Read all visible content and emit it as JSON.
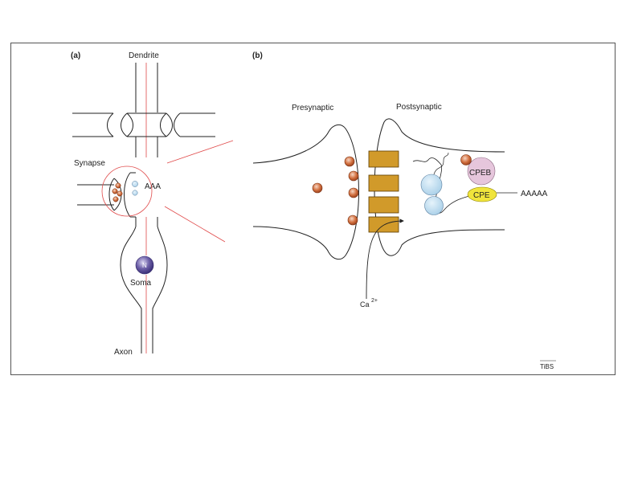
{
  "panels": {
    "a": {
      "panel_label": "(a)",
      "dendrite": "Dendrite",
      "synapse": "Synapse",
      "mrna_tail": "AAA",
      "nucleus": "N",
      "soma": "Soma",
      "axon": "Axon"
    },
    "b": {
      "panel_label": "(b)",
      "presynaptic": "Presynaptic",
      "postsynaptic": "Postsynaptic",
      "cpeb": "CPEB",
      "cpe": "CPE",
      "polya_tail": "AAAAA",
      "calcium": "Ca",
      "calcium_charge": "2+"
    }
  },
  "footer": {
    "journal": "TiBS"
  },
  "colors": {
    "vesicle": "#c8603a",
    "ribosome": "#b6d8ee",
    "cpeb": "#e6c6dc",
    "cpe": "#f0e43c",
    "channel": "#d19a2a",
    "nucleus": "#6d60a8",
    "zoom_circle": "#e04a4a"
  }
}
